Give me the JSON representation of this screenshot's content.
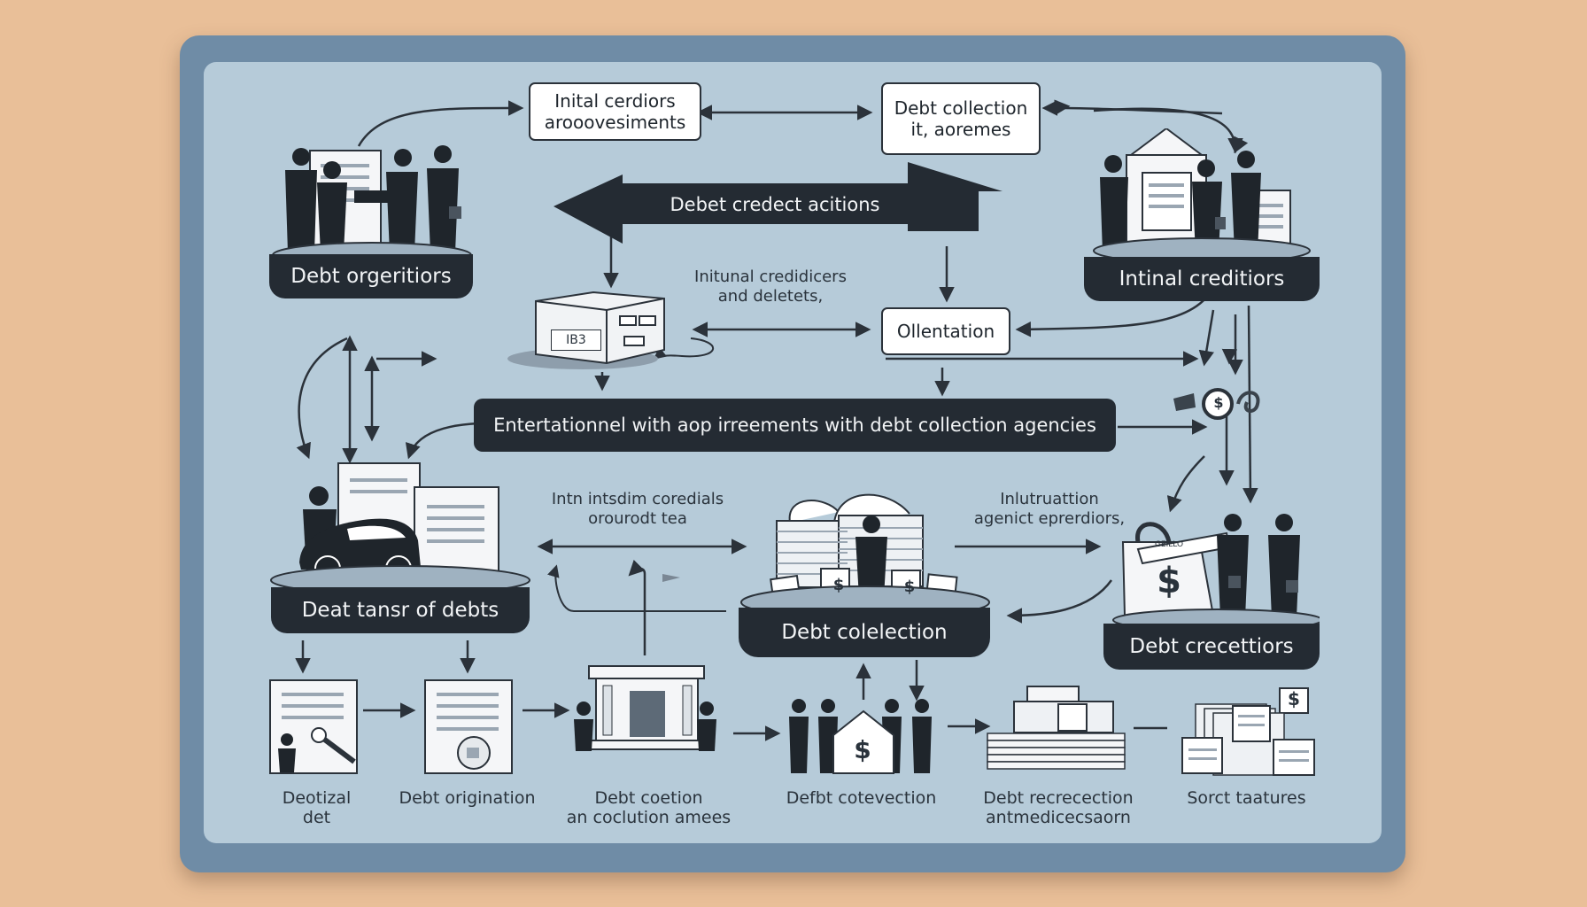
{
  "top_boxes": {
    "left": [
      "Inital cerdiors",
      "arooovesiments"
    ],
    "right": [
      "Debt collection",
      "it, aoremes"
    ]
  },
  "top_banner": "Debet credect acitions",
  "platforms": {
    "debt_originators": "Debt orgeritiors",
    "initial_creditors": "Intinal creditiors",
    "debt_transfer": "Deat tansr of debts",
    "debt_collection": "Debt colelection",
    "debt_creditors": "Debt crecettiors"
  },
  "middle_note": [
    "Initunal credidicers",
    "and deletets,"
  ],
  "orientation_box": "Ollentation",
  "server_label": "IB3",
  "wide_banner": "Entertationnel with aop irreements with debt collection agencies",
  "lower_left_note": [
    "Intn intsdim coredials",
    "orourodt tea"
  ],
  "lower_right_note": [
    "Inlutruattion",
    "agenict eprerdiors,"
  ],
  "steps": [
    [
      "Deotizal",
      "det"
    ],
    [
      "Debt origination"
    ],
    [
      "Debt coetion",
      "an coclution amees"
    ],
    [
      "Defbt cotevection"
    ],
    [
      "Debt recrecection",
      "antmedicecsaorn"
    ],
    [
      "Sorct taatures"
    ]
  ],
  "icons": {
    "dollar": "$",
    "sign": "GEILLO"
  },
  "colors": {
    "background": "#e9bf98",
    "frame": "#6f8ca6",
    "panel": "#b6cbd9",
    "dark": "#242b33"
  }
}
